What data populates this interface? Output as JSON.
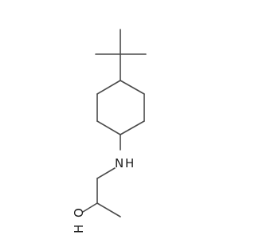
{
  "molecule": {
    "atoms": {
      "nitrogen": {
        "symbol": "N",
        "hydrogen": "H"
      },
      "oxygen": {
        "symbol": "O",
        "hydrogen": "H"
      }
    }
  }
}
